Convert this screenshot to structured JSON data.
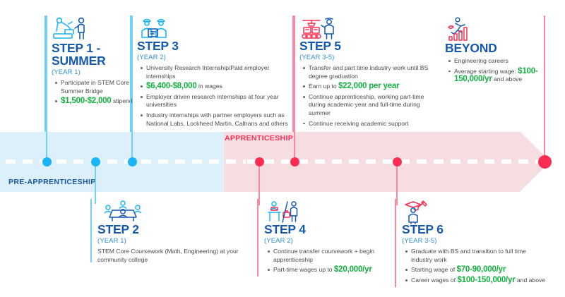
{
  "colors": {
    "deep_blue": "#1559b0",
    "mid_blue": "#2f8fd6",
    "light_blue_band": "#dcf0fb",
    "dot_blue": "#19b5f4",
    "line_blue": "#6fd0fa",
    "pink_band": "#f5dde2",
    "dot_pink": "#fb2d53",
    "line_pink": "#f9899f",
    "green": "#12b13f",
    "body_text": "#4a4a4a"
  },
  "timeline": {
    "pre_apprenticeship_label": "PRE-APPRENTICESHIP",
    "apprenticeship_label": "APPRENTICESHIP"
  },
  "steps": [
    {
      "id": "step-1",
      "icon": "robot-arm-person-icon",
      "title": "STEP 1 - SUMMER",
      "title_line_1": "STEP 1 -",
      "title_line_2": "SUMMER",
      "year": "(YEAR 1)",
      "bullets": [
        {
          "parts": [
            {
              "text": "Participate in STEM Core Summer Bridge",
              "style": "plain"
            }
          ]
        },
        {
          "parts": [
            {
              "text": "$1,500-$2,000",
              "style": "money"
            },
            {
              "text": " stipend",
              "style": "plain"
            }
          ]
        }
      ]
    },
    {
      "id": "step-2",
      "icon": "people-meeting-table-icon",
      "title": "STEP 2",
      "year": "(YEAR 1)",
      "note": "STEM Core Coursework (Math, Engineering) at your community college",
      "bullets": []
    },
    {
      "id": "step-3",
      "icon": "two-students-clipboard-icon",
      "title": "STEP 3",
      "year": "(YEAR 2)",
      "bullets": [
        {
          "parts": [
            {
              "text": "University Research Internship/Paid employer internships",
              "style": "plain"
            }
          ]
        },
        {
          "parts": [
            {
              "text": "$6,400-$8,000",
              "style": "money"
            },
            {
              "text": " in wages",
              "style": "plain"
            }
          ]
        },
        {
          "parts": [
            {
              "text": "Employer driven research internships at four year universities",
              "style": "plain"
            }
          ]
        },
        {
          "parts": [
            {
              "text": "Industry internships with partner employers such as National Labs, Lockheed Martin, Caltrans and others",
              "style": "plain"
            }
          ]
        }
      ]
    },
    {
      "id": "step-4",
      "icon": "student-desk-worker-icon",
      "title": "STEP 4",
      "year": "(YEAR 2)",
      "bullets": [
        {
          "parts": [
            {
              "text": "Continue transfer coursework + begin apprenticeship",
              "style": "plain"
            }
          ]
        },
        {
          "parts": [
            {
              "text": "Part-time wages up to ",
              "style": "plain"
            },
            {
              "text": "$20,000/yr",
              "style": "money"
            }
          ]
        }
      ]
    },
    {
      "id": "step-5",
      "icon": "crane-conveyor-worker-icon",
      "title": "STEP 5",
      "year": "(YEAR 3-5)",
      "bullets": [
        {
          "parts": [
            {
              "text": "Transfer and part time industry work until BS degree graduation",
              "style": "plain"
            }
          ]
        },
        {
          "parts": [
            {
              "text": "Earn up to ",
              "style": "plain"
            },
            {
              "text": "$22,000 per year",
              "style": "money"
            }
          ]
        },
        {
          "parts": [
            {
              "text": "Continue apprenticeship, working part-time during academic year and full-time during summer",
              "style": "plain"
            }
          ]
        },
        {
          "parts": [
            {
              "text": "Continue receiving academic support",
              "style": "plain"
            }
          ]
        }
      ]
    },
    {
      "id": "step-6",
      "icon": "graduate-diploma-icon",
      "title": "STEP 6",
      "year": "(YEAR 3-5)",
      "bullets": [
        {
          "parts": [
            {
              "text": "Graduate with BS and transition to full time industry work",
              "style": "plain"
            }
          ]
        },
        {
          "parts": [
            {
              "text": "Starting wage of ",
              "style": "plain"
            },
            {
              "text": "$70-90,000/yr",
              "style": "money"
            }
          ]
        },
        {
          "parts": [
            {
              "text": "Career wages of ",
              "style": "plain"
            },
            {
              "text": "$100-150,000/yr",
              "style": "money"
            },
            {
              "text": " and above",
              "style": "plain"
            }
          ]
        }
      ]
    },
    {
      "id": "beyond",
      "icon": "person-climbing-bar-chart-icon",
      "title": "BEYOND",
      "year": "",
      "bullets": [
        {
          "parts": [
            {
              "text": "Engineering careers",
              "style": "plain"
            }
          ]
        },
        {
          "parts": [
            {
              "text": "Average starting wage: ",
              "style": "plain"
            },
            {
              "text": "$100-150,000/yr",
              "style": "money"
            },
            {
              "text": " and above",
              "style": "plain"
            }
          ]
        }
      ]
    }
  ]
}
